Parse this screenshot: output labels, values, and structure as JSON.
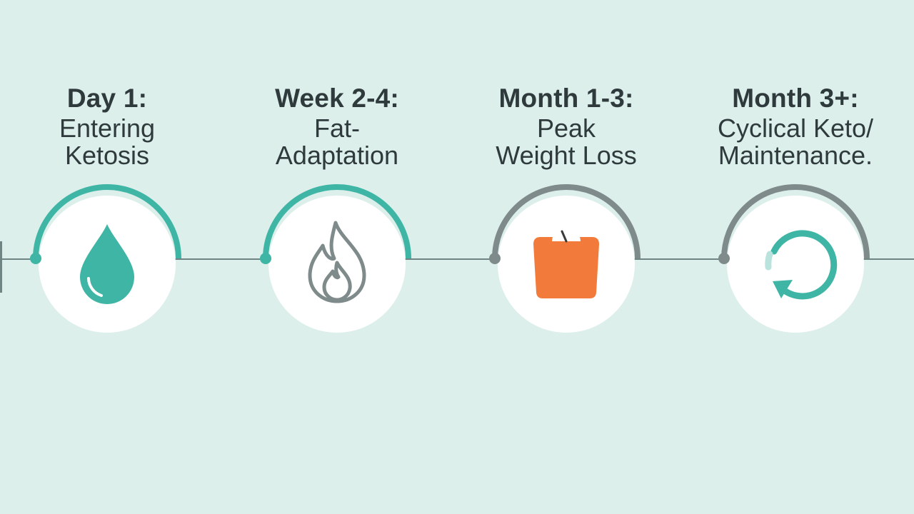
{
  "colors": {
    "background": "#dcefeb",
    "teal": "#3fb5a5",
    "gray": "#7f8b8b",
    "orange": "#f27a3a",
    "text": "#2e3a3b",
    "track": "#6f8584"
  },
  "stages": [
    {
      "title": "Day 1:",
      "desc": "Entering\nKetosis",
      "icon": "water-drop-icon"
    },
    {
      "title": "Week 2-4:",
      "desc": "Fat-\nAdaptation",
      "icon": "flame-icon"
    },
    {
      "title": "Month 1-3:",
      "desc": "Peak\nWeight Loss",
      "icon": "scale-icon"
    },
    {
      "title": "Month 3+:",
      "desc": "Cyclical Keto/\nMaintenance.",
      "icon": "cycle-arrow-icon"
    }
  ]
}
